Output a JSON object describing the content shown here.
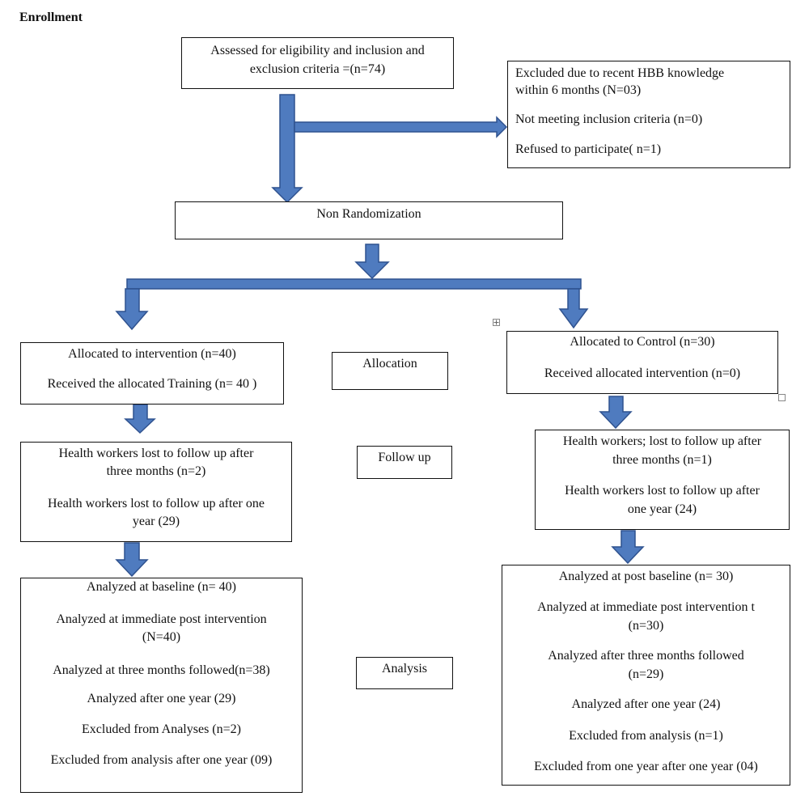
{
  "heading": "Enrollment",
  "eligibility": {
    "line1": "Assessed for eligibility  and inclusion and",
    "line2": "exclusion criteria =(n=74)"
  },
  "excluded": {
    "line1": "Excluded due to recent HBB knowledge",
    "line2": "within 6 months  (N=03)",
    "line3": "Not meeting inclusion criteria (n=0)",
    "line4": "Refused to participate( n=1)"
  },
  "non_randomization": "Non Randomization",
  "intervention_allocation": {
    "line1": "Allocated to intervention (n=40)",
    "line2": "Received  the allocated Training (n= 40 )"
  },
  "control_allocation": {
    "line1": "Allocated to Control (n=30)",
    "line2": "Received allocated intervention (n=0)"
  },
  "stages": {
    "allocation": "Allocation",
    "follow_up": "Follow up",
    "analysis": "Analysis"
  },
  "intervention_followup": {
    "line1": "Health workers lost to follow up  after",
    "line2": "three months (n=2)",
    "line3": "Health workers lost to follow up after one",
    "line4": "year (29)"
  },
  "control_followup": {
    "line1": "Health workers; lost to follow up after",
    "line2": "three months (n=1)",
    "line3": "Health workers lost to follow up after",
    "line4": "one year (24)"
  },
  "intervention_analysis": {
    "line1": "Analyzed  at baseline (n= 40)",
    "line2": "Analyzed at immediate  post intervention",
    "line3": "(N=40)",
    "line4": "Analyzed at three months followed(n=38)",
    "line5": "Analyzed after one  year (29)",
    "line6": "Excluded from Analyses (n=2)",
    "line7": "Excluded from analysis  after one year (09)"
  },
  "control_analysis": {
    "line1": "Analyzed  at post baseline (n= 30)",
    "line2": "Analyzed at immediate post  intervention t",
    "line3": "(n=30)",
    "line4": "Analyzed after three months followed",
    "line5": "(n=29)",
    "line6": "Analyzed  after one year (24)",
    "line7": "Excluded from analysis (n=1)",
    "line8": "Excluded from one year after one year  (04)"
  },
  "colors": {
    "arrow_fill": "#4F7BBF",
    "arrow_stroke": "#2F528F",
    "box_border": "#111111"
  },
  "icons": {
    "move_handle": "move-handle-icon",
    "resize_handle": "resize-handle-icon"
  }
}
